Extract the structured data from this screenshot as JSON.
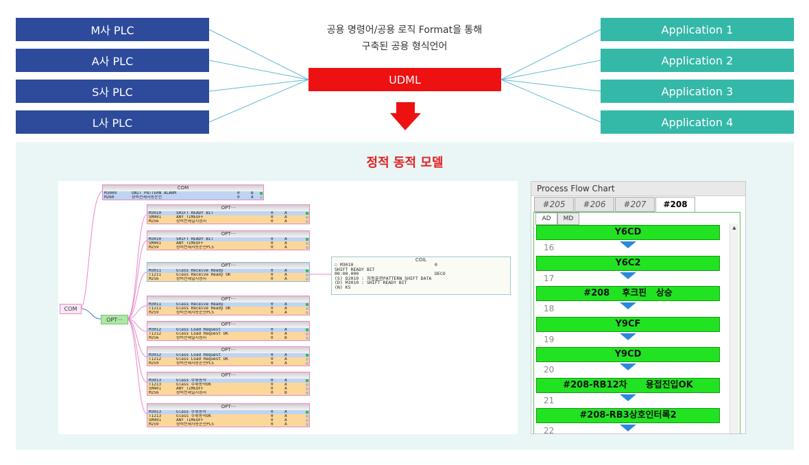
{
  "plc_sources": [
    "M사 PLC",
    "A사 PLC",
    "S사 PLC",
    "L사 PLC"
  ],
  "applications": [
    "Application 1",
    "Application 2",
    "Application 3",
    "Application 4"
  ],
  "caption": [
    "공용 명령어/공용 로직 Format을 통해",
    "구축된 공용 형식언어"
  ],
  "udml_label": "UDML",
  "panel_title": "정적 동적 모델",
  "colors": {
    "plc_blue": "#2d4a9b",
    "app_teal": "#34b8a8",
    "udml_red": "#ee1111",
    "panel_bg": "#eaf6f6"
  },
  "tree": {
    "root_label": "COM",
    "opt_label": "OPT···",
    "com_node": {
      "title": "COM",
      "rows": [
        [
          "M3009",
          "UNIT PATTERN ALARM",
          "0",
          "B"
        ],
        [
          "M260",
          "장비전체자동운전",
          "0",
          "A"
        ]
      ]
    },
    "opt_nodes": [
      {
        "title": "OPT···",
        "rows": [
          [
            "M3010",
            "SHIFT READY BIT",
            "0",
            "A"
          ],
          [
            "SM401",
            "ANY_TIMEOFF",
            "0",
            "A"
          ],
          [
            "M256",
            "장비전체일시정지",
            "0",
            "A"
          ]
        ]
      },
      {
        "title": "OPT···",
        "rows": [
          [
            "M3010",
            "SHIFT READY BIT",
            "0",
            "A"
          ],
          [
            "SM401",
            "ANY_TIMEOFF",
            "0",
            "A"
          ],
          [
            "M259",
            "장비전체자동운전PLS",
            "0",
            "A"
          ]
        ]
      },
      {
        "title": "OPT···",
        "rows": [
          [
            "M3011",
            "Glass Receive Ready",
            "0",
            "A"
          ],
          [
            "T1211",
            "Glass Receive Ready OK",
            "0",
            "A"
          ],
          [
            "M256",
            "장비전체일시정지",
            "0",
            "A"
          ]
        ]
      },
      {
        "title": "OPT···",
        "rows": [
          [
            "M3011",
            "Glass Receive Ready",
            "0",
            "A"
          ],
          [
            "T1211",
            "Glass Receive Ready OK",
            "0",
            "A"
          ],
          [
            "M259",
            "장비전체자동운전PLS",
            "0",
            "A"
          ]
        ]
      },
      {
        "title": "OPT···",
        "rows": [
          [
            "M3012",
            "Glass Load Request",
            "0",
            "A"
          ],
          [
            "T1212",
            "Glass Load Request OK",
            "0",
            "A"
          ],
          [
            "M256",
            "장비전체일시정지",
            "0",
            "B"
          ]
        ]
      },
      {
        "title": "OPT···",
        "rows": [
          [
            "M3012",
            "Glass Load Request",
            "0",
            "A"
          ],
          [
            "T1212",
            "Glass Load Request OK",
            "0",
            "A"
          ],
          [
            "M259",
            "장비전체자동운전PLS",
            "0",
            "A"
          ]
        ]
      },
      {
        "title": "OPT···",
        "rows": [
          [
            "M3013",
            "Glass 수취동작",
            "0",
            "A"
          ],
          [
            "T1213",
            "Glass 수취동작OK",
            "0",
            "A"
          ],
          [
            "SM401",
            "ANY_TIMEOFF",
            "0",
            "A"
          ],
          [
            "M256",
            "장비전체일시정지",
            "0",
            "B"
          ]
        ]
      },
      {
        "title": "OPT···",
        "rows": [
          [
            "M3013",
            "Glass 수취동작",
            "0",
            "A"
          ],
          [
            "T1213",
            "Glass 수취동작OK",
            "0",
            "A"
          ],
          [
            "SM401",
            "ANY_TIMEOFF",
            "0",
            "A"
          ],
          [
            "M259",
            "장비전체자동운전PLS",
            "0",
            "A"
          ]
        ]
      }
    ],
    "coil": {
      "title": "COIL",
      "lines": [
        {
          "text": "☐ M3010",
          "value": "0"
        },
        {
          "text": "SHIFT READY BIT",
          "value": ""
        },
        {
          "text": "00:00.000",
          "value": "DECO"
        },
        {
          "text": "     (S) D2010 : 자동운전PATTERN SHIFT  DATA",
          "value": ""
        },
        {
          "text": "     (D) M3010 : SHIFT   READY   BIT",
          "value": ""
        },
        {
          "text": "     (N) K5",
          "value": ""
        }
      ]
    }
  },
  "process_flow": {
    "title": "Process Flow Chart",
    "tabs": [
      "#205",
      "#206",
      "#207",
      "#208"
    ],
    "active_tab": "#208",
    "subtabs": [
      "AD",
      "MD"
    ],
    "steps": [
      {
        "label": "Y6CD",
        "number": "16"
      },
      {
        "label": "Y6C2",
        "number": "17"
      },
      {
        "label": "#208    후크핀   상승",
        "number": "18"
      },
      {
        "label": "Y9CF",
        "number": "19"
      },
      {
        "label": "Y9CD",
        "number": "20"
      },
      {
        "label": "#208-RB12차      용접진입OK",
        "number": "21"
      },
      {
        "label": "#208-RB3상호인터록2",
        "number": "22"
      }
    ]
  }
}
